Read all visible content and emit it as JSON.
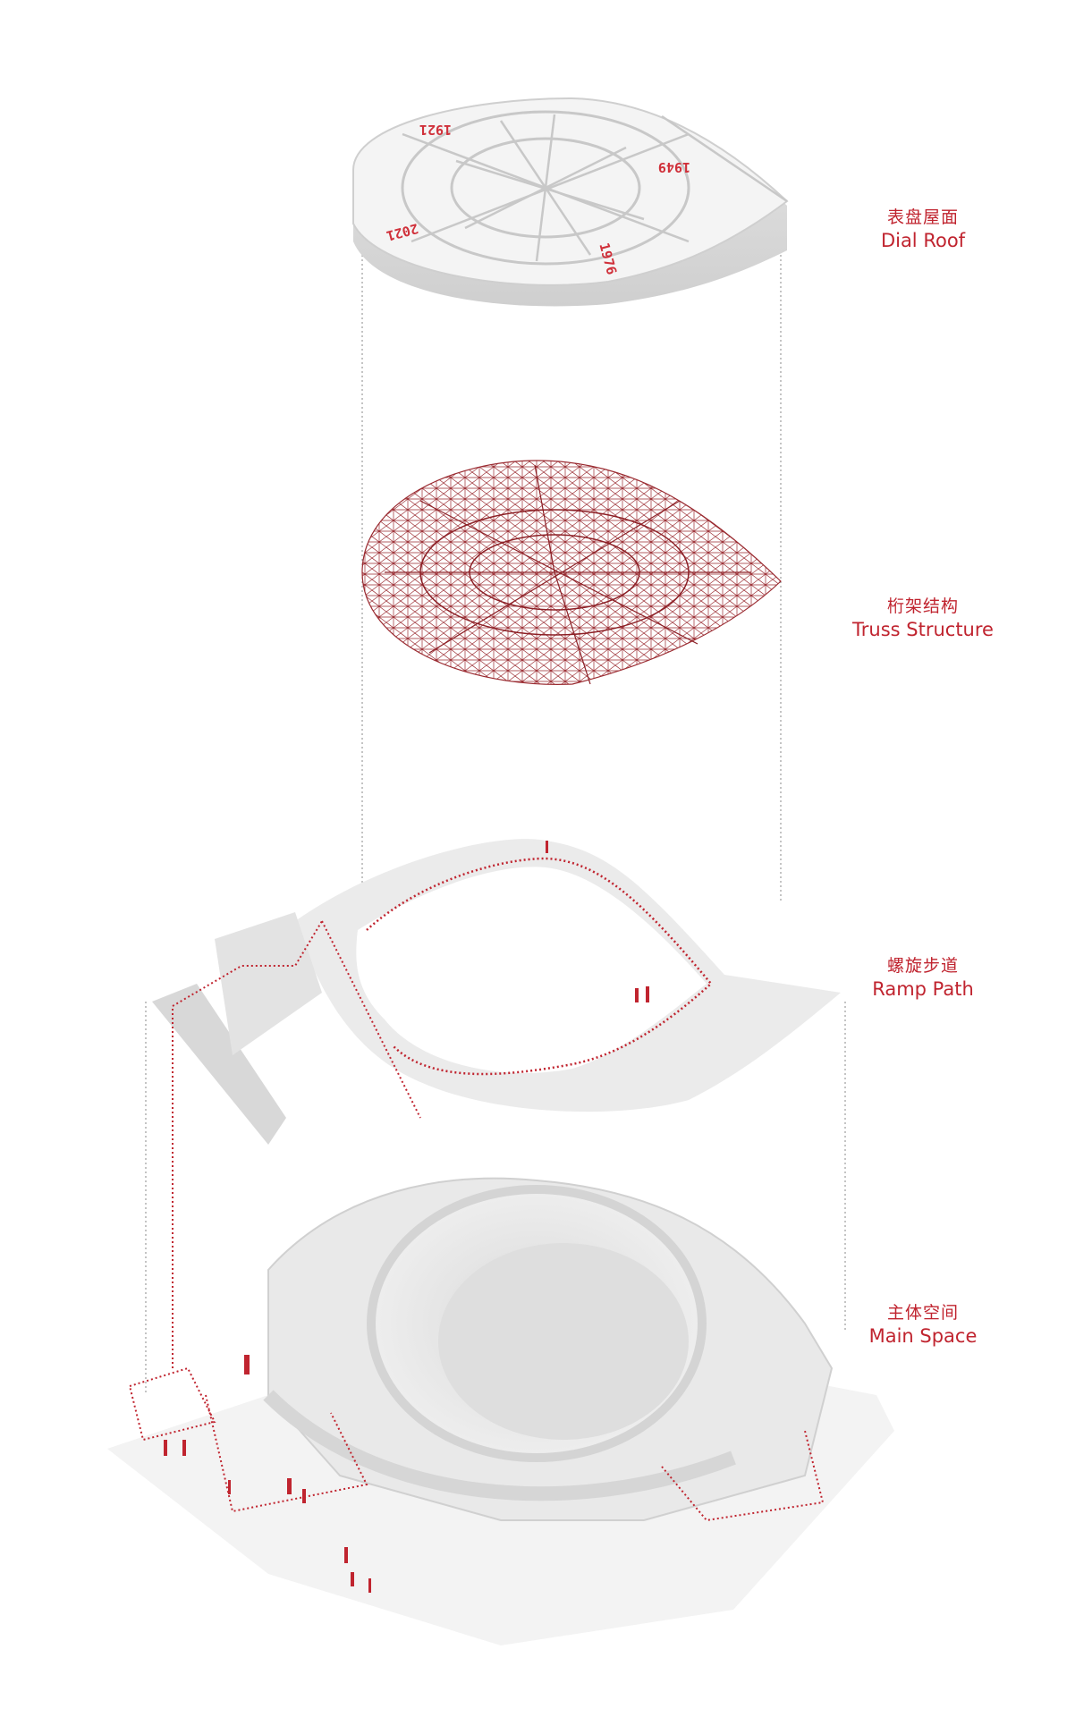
{
  "diagram": {
    "type": "exploded axonometric architecture diagram",
    "accent_color": "#c0242f",
    "layers": [
      {
        "id": "dial-roof",
        "label_zh": "表盘屋面",
        "label_en": "Dial Roof"
      },
      {
        "id": "truss-structure",
        "label_zh": "桁架结构",
        "label_en": "Truss Structure"
      },
      {
        "id": "ramp-path",
        "label_zh": "螺旋步道",
        "label_en": "Ramp Path"
      },
      {
        "id": "main-space",
        "label_zh": "主体空间",
        "label_en": "Main Space"
      }
    ],
    "dial_years": [
      "1921",
      "1949",
      "1976",
      "2021"
    ]
  }
}
